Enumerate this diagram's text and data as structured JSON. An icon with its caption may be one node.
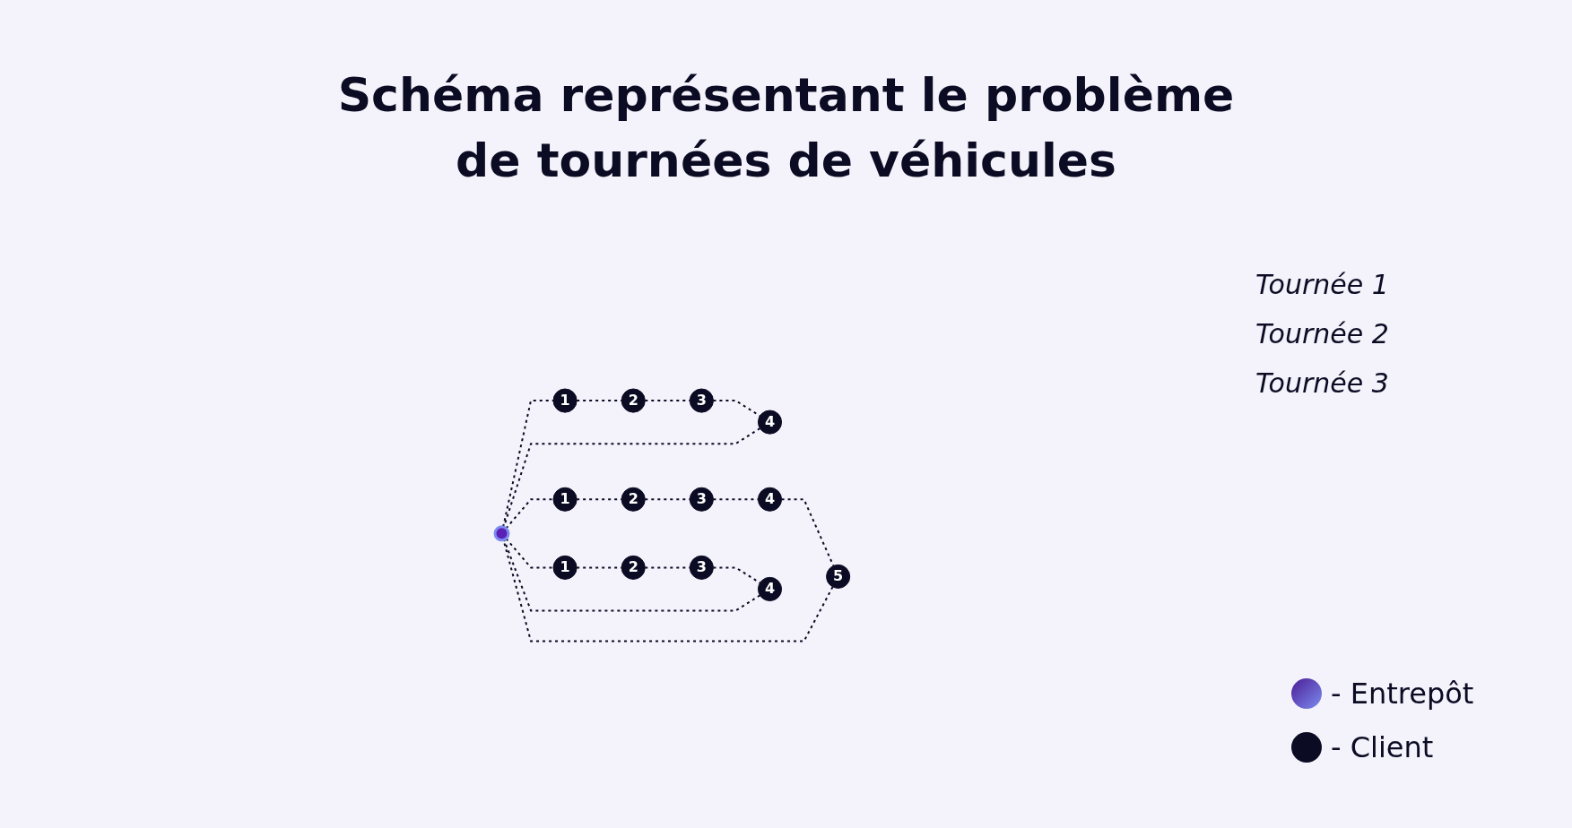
{
  "diagram": {
    "title": "Schéma représentant le problème de tournées de véhicules",
    "nodes": [
      {
        "text": [],
        "shape": "circle"
      },
      {
        "text": [
          "1"
        ]
      },
      {
        "text": [
          "2"
        ]
      },
      {
        "text": [
          "3"
        ]
      },
      {
        "text": [
          "4"
        ]
      },
      {
        "text": [
          "1"
        ]
      },
      {
        "text": [
          "2"
        ]
      },
      {
        "text": [
          "3"
        ]
      },
      {
        "text": [
          "4"
        ]
      },
      {
        "text": [
          "5"
        ]
      },
      {
        "text": [
          "1"
        ]
      },
      {
        "text": [
          "2"
        ]
      },
      {
        "text": [
          "3"
        ]
      },
      {
        "text": [
          "4"
        ]
      }
    ],
    "edges": [
      {
        "from": 0,
        "to": 1,
        "arrow": "none",
        "style": "dashed"
      },
      {
        "from": 1,
        "to": 2,
        "arrow": "none",
        "style": "dashed"
      },
      {
        "from": 2,
        "to": 3,
        "arrow": "none",
        "style": "dashed"
      },
      {
        "from": 3,
        "to": 4,
        "arrow": "none",
        "style": "dashed"
      },
      {
        "from": 4,
        "to": 0,
        "arrow": "none",
        "style": "dashed"
      },
      {
        "from": 0,
        "to": 5,
        "arrow": "none",
        "style": "dashed"
      },
      {
        "from": 5,
        "to": 6,
        "arrow": "none",
        "style": "dashed"
      },
      {
        "from": 6,
        "to": 7,
        "arrow": "none",
        "style": "dashed"
      },
      {
        "from": 7,
        "to": 8,
        "arrow": "none",
        "style": "dashed"
      },
      {
        "from": 8,
        "to": 9,
        "arrow": "none",
        "style": "dashed"
      },
      {
        "from": 9,
        "to": 0,
        "arrow": "none",
        "style": "dashed"
      },
      {
        "from": 0,
        "to": 10,
        "arrow": "none",
        "style": "dashed"
      },
      {
        "from": 10,
        "to": 11,
        "arrow": "none",
        "style": "dashed"
      },
      {
        "from": 11,
        "to": 12,
        "arrow": "none",
        "style": "dashed"
      },
      {
        "from": 12,
        "to": 13,
        "arrow": "none",
        "style": "dashed"
      },
      {
        "from": 13,
        "to": 0,
        "arrow": "none",
        "style": "dashed"
      }
    ],
    "labels": [
      "Tournée 1",
      "Tournée 2",
      "Tournée 3"
    ],
    "legend": [
      {
        "text": "- Entrepôt"
      },
      {
        "text": "- Client",
        "color": "#0b0b24"
      }
    ]
  }
}
